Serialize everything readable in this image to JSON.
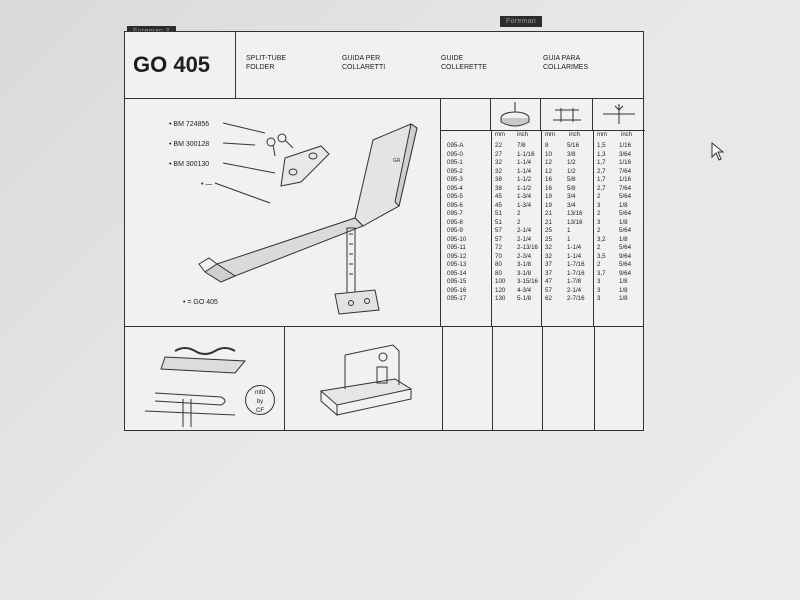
{
  "tabs": {
    "left": "Foreman 3",
    "right": "Foreman"
  },
  "header": {
    "code": "GO 405",
    "langs": [
      {
        "line1": "SPLIT-TUBE",
        "line2": "FOLDER"
      },
      {
        "line1": "GUIDA PER",
        "line2": "COLLARETTI"
      },
      {
        "line1": "GUIDE",
        "line2": "COLLERETTE"
      },
      {
        "line1": "GUIA PARA",
        "line2": "COLLARIMES"
      }
    ]
  },
  "parts": {
    "p1": "• BM 724856",
    "p2": "• BM 300128",
    "p3": "• BM 300130",
    "p4": "• —",
    "legend": "• = GO 405",
    "guide_mark": "GR"
  },
  "table": {
    "units": [
      "mm",
      "inch",
      "mm",
      "inch",
      "mm",
      "inch"
    ],
    "rows": [
      [
        "095-A",
        "22",
        "7/8",
        "8",
        "5/16",
        "1,5",
        "1/16"
      ],
      [
        "095-0",
        "27",
        "1-1/16",
        "10",
        "3/8",
        "1,3",
        "3/64"
      ],
      [
        "095-1",
        "32",
        "1-1/4",
        "12",
        "1/2",
        "1,7",
        "1/16"
      ],
      [
        "095-2",
        "32",
        "1-1/4",
        "12",
        "1/2",
        "2,7",
        "7/64"
      ],
      [
        "095-3",
        "38",
        "1-1/2",
        "16",
        "5/8",
        "1,7",
        "1/16"
      ],
      [
        "095-4",
        "38",
        "1-1/2",
        "16",
        "5/8",
        "2,7",
        "7/64"
      ],
      [
        "095-5",
        "45",
        "1-3/4",
        "19",
        "3/4",
        "2",
        "5/64"
      ],
      [
        "095-6",
        "45",
        "1-3/4",
        "19",
        "3/4",
        "3",
        "1/8"
      ],
      [
        "095-7",
        "51",
        "2",
        "21",
        "13/16",
        "2",
        "5/64"
      ],
      [
        "095-8",
        "51",
        "2",
        "21",
        "13/16",
        "3",
        "1/8"
      ],
      [
        "095-9",
        "57",
        "2-1/4",
        "25",
        "1",
        "2",
        "5/64"
      ],
      [
        "095-10",
        "57",
        "2-1/4",
        "25",
        "1",
        "3,2",
        "1/8"
      ],
      [
        "095-11",
        "72",
        "2-13/16",
        "32",
        "1-1/4",
        "2",
        "5/64"
      ],
      [
        "095-12",
        "70",
        "2-3/4",
        "32",
        "1-1/4",
        "3,5",
        "9/64"
      ],
      [
        "095-13",
        "80",
        "3-1/8",
        "37",
        "1-7/16",
        "2",
        "5/64"
      ],
      [
        "095-14",
        "80",
        "3-1/8",
        "37",
        "1-7/16",
        "3,7",
        "9/64"
      ],
      [
        "095-15",
        "100",
        "3-15/16",
        "47",
        "1-7/8",
        "3",
        "1/8"
      ],
      [
        "095-16",
        "120",
        "4-3/4",
        "57",
        "2-1/4",
        "3",
        "1/8"
      ],
      [
        "095-17",
        "130",
        "5-1/8",
        "62",
        "2-7/16",
        "3",
        "1/8"
      ]
    ]
  },
  "logo": {
    "top": "mfd",
    "mid": "by",
    "bottom": "CF"
  }
}
